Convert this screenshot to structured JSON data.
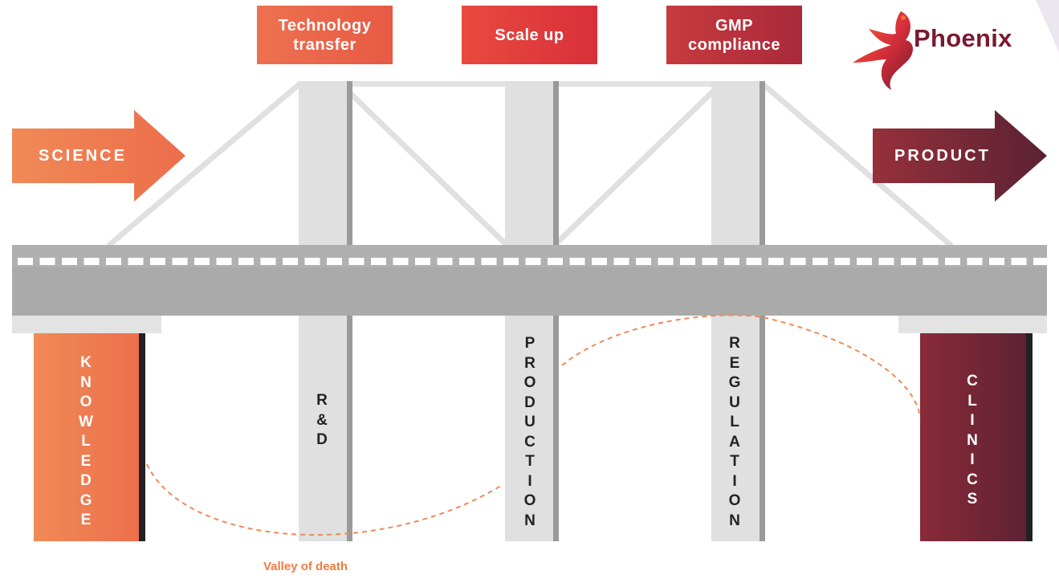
{
  "top_boxes": {
    "technology_transfer": [
      "Technology",
      "transfer"
    ],
    "scale_up": "Scale up",
    "gmp_compliance": [
      "GMP",
      "compliance"
    ]
  },
  "arrows": {
    "left": "SCIENCE",
    "right": "PRODUCT"
  },
  "columns": {
    "knowledge": [
      "K",
      "N",
      "O",
      "W",
      "L",
      "E",
      "D",
      "G",
      "E"
    ],
    "rnd": [
      "R",
      "&",
      "D"
    ],
    "production": [
      "P",
      "R",
      "O",
      "D",
      "U",
      "C",
      "T",
      "I",
      "O",
      "N"
    ],
    "regulation": [
      "R",
      "E",
      "G",
      "U",
      "L",
      "A",
      "T",
      "I",
      "O",
      "N"
    ],
    "clinics": [
      "C",
      "L",
      "I",
      "N",
      "I",
      "C",
      "S"
    ]
  },
  "valley_label": "Valley of death",
  "logo": {
    "text": "Phoenix"
  },
  "colors": {
    "orange": "#ef7d4f",
    "red": "#e0383c",
    "maroon": "#7a2638",
    "bridge_grey": "#aaaaaa",
    "pillar_grey": "#dedede"
  }
}
